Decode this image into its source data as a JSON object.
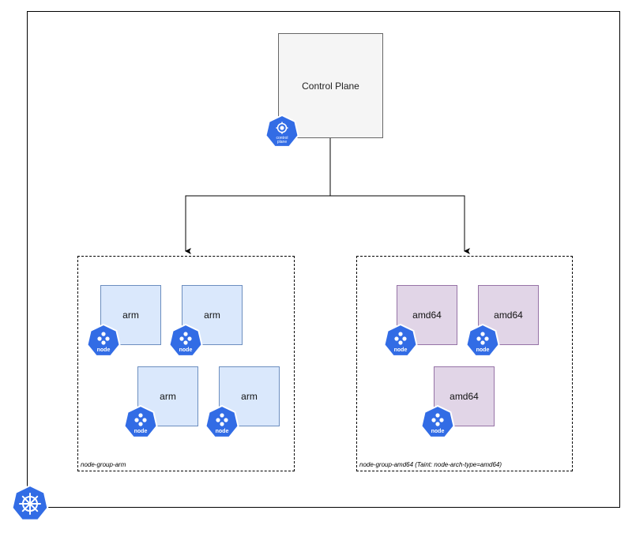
{
  "control_plane": {
    "label": "Control Plane",
    "icon_label_line1": "control",
    "icon_label_line2": "plane"
  },
  "groups": [
    {
      "label": "node-group-arm",
      "nodes": [
        {
          "label": "arm",
          "icon_label": "node"
        },
        {
          "label": "arm",
          "icon_label": "node"
        },
        {
          "label": "arm",
          "icon_label": "node"
        },
        {
          "label": "arm",
          "icon_label": "node"
        }
      ]
    },
    {
      "label": "node-group-amd64 (Taint: node-arch-type=amd64)",
      "nodes": [
        {
          "label": "amd64",
          "icon_label": "node"
        },
        {
          "label": "amd64",
          "icon_label": "node"
        },
        {
          "label": "amd64",
          "icon_label": "node"
        }
      ]
    }
  ],
  "icons": {
    "cluster": "kubernetes-helm-icon",
    "node": "kubernetes-node-icon",
    "control_plane": "kubernetes-control-plane-icon"
  },
  "colors": {
    "k8s_blue": "#326ce5",
    "arm_fill": "#dae8fc",
    "arm_stroke": "#6c8ebf",
    "amd_fill": "#e1d5e7",
    "amd_stroke": "#9673a6",
    "control_plane_fill": "#f5f5f5"
  }
}
